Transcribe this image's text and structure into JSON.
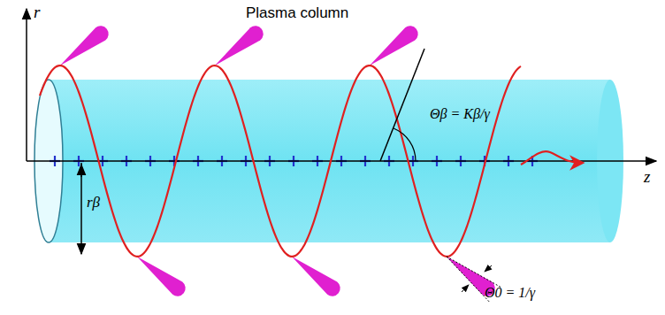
{
  "diagram": {
    "labels": [
      "Plasma column",
      "r",
      "z",
      "Θβ = Kβ/γ",
      "rβ",
      "Θ0 = 1/γ"
    ]
  }
}
